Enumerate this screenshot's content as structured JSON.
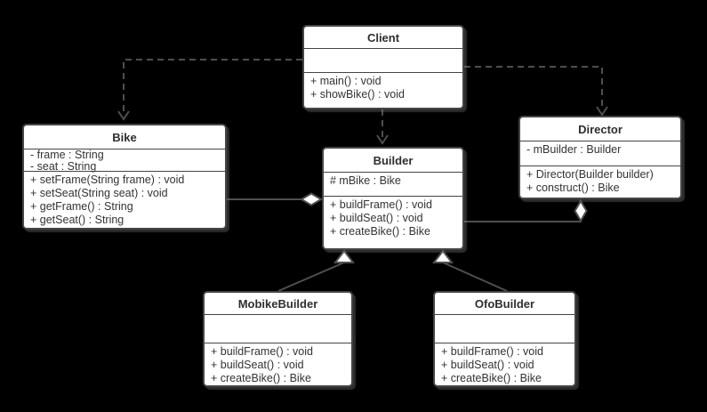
{
  "classes": {
    "client": {
      "name": "Client",
      "attributes": [],
      "methods": [
        "+ main() : void",
        "+ showBike() : void"
      ]
    },
    "bike": {
      "name": "Bike",
      "attributes": [
        "- frame : String",
        "- seat : String"
      ],
      "methods": [
        "+ setFrame(String frame) : void",
        "+ setSeat(String seat) : void",
        "+ getFrame() : String",
        "+ getSeat() : String"
      ]
    },
    "builder": {
      "name": "Builder",
      "attributes": [
        "# mBike : Bike"
      ],
      "methods": [
        "+ buildFrame() : void",
        "+ buildSeat() : void",
        "+ createBike() : Bike"
      ]
    },
    "director": {
      "name": "Director",
      "attributes": [
        "- mBuilder : Builder"
      ],
      "methods": [
        "+ Director(Builder builder)",
        "+ construct() : Bike"
      ]
    },
    "mobike_builder": {
      "name": "MobikeBuilder",
      "attributes": [],
      "methods": [
        "+ buildFrame() : void",
        "+ buildSeat() : void",
        "+ createBike() : Bike"
      ]
    },
    "ofo_builder": {
      "name": "OfoBuilder",
      "attributes": [],
      "methods": [
        "+ buildFrame() : void",
        "+ buildSeat() : void",
        "+ createBike() : Bike"
      ]
    }
  },
  "relationships": [
    {
      "from": "Client",
      "to": "Bike",
      "type": "dependency",
      "line": "dashed-open-arrow"
    },
    {
      "from": "Client",
      "to": "Builder",
      "type": "dependency",
      "line": "dashed-open-arrow"
    },
    {
      "from": "Client",
      "to": "Director",
      "type": "dependency",
      "line": "dashed-open-arrow"
    },
    {
      "from": "Builder",
      "to": "Bike",
      "type": "aggregation",
      "line": "solid-hollow-diamond-at-Builder"
    },
    {
      "from": "Director",
      "to": "Builder",
      "type": "aggregation",
      "line": "solid-hollow-diamond-at-Director"
    },
    {
      "from": "MobikeBuilder",
      "to": "Builder",
      "type": "generalization",
      "line": "solid-hollow-triangle"
    },
    {
      "from": "OfoBuilder",
      "to": "Builder",
      "type": "generalization",
      "line": "solid-hollow-triangle"
    }
  ],
  "colors": {
    "background": "#000000",
    "box_fill": "#ffffff",
    "box_border": "#454545",
    "line": "#4f4f4f",
    "text": "#333333"
  }
}
